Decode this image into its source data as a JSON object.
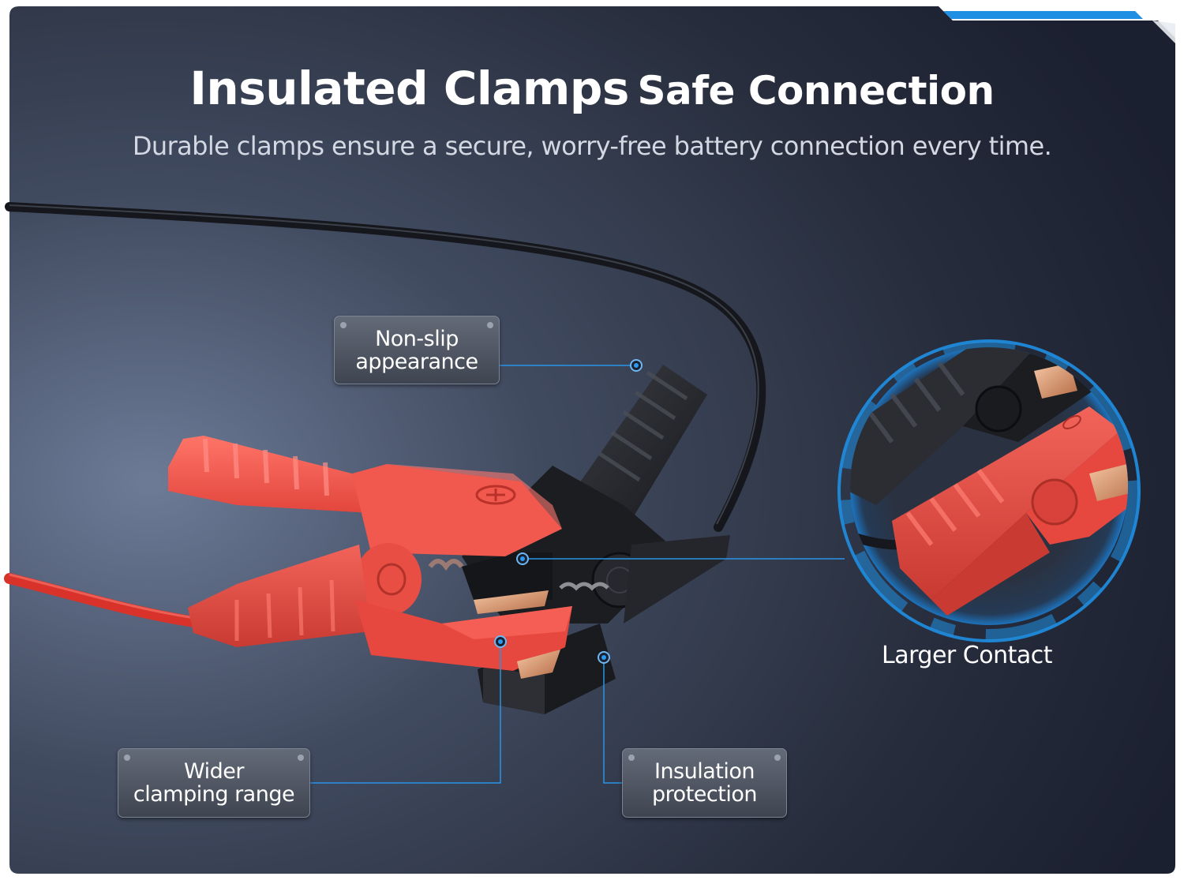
{
  "header": {
    "title_main": "Insulated Clamps",
    "title_secondary": "Safe Connection",
    "subtitle": "Durable clamps ensure a secure, worry-free battery connection every time."
  },
  "callouts": {
    "non_slip": {
      "line1": "Non-slip",
      "line2": "appearance"
    },
    "wider": {
      "line1": "Wider",
      "line2": "clamping range"
    },
    "insulation": {
      "line1": "Insulation",
      "line2": "protection"
    },
    "larger_contact": "Larger Contact"
  },
  "colors": {
    "accent": "#1f8fe3",
    "background_dark": "#1d2230",
    "clamp_red": "#ee5248",
    "clamp_black": "#26282d",
    "callout_bg": "#4f5562"
  },
  "icons": [
    "positive-symbol-icon",
    "negative-symbol-icon"
  ]
}
